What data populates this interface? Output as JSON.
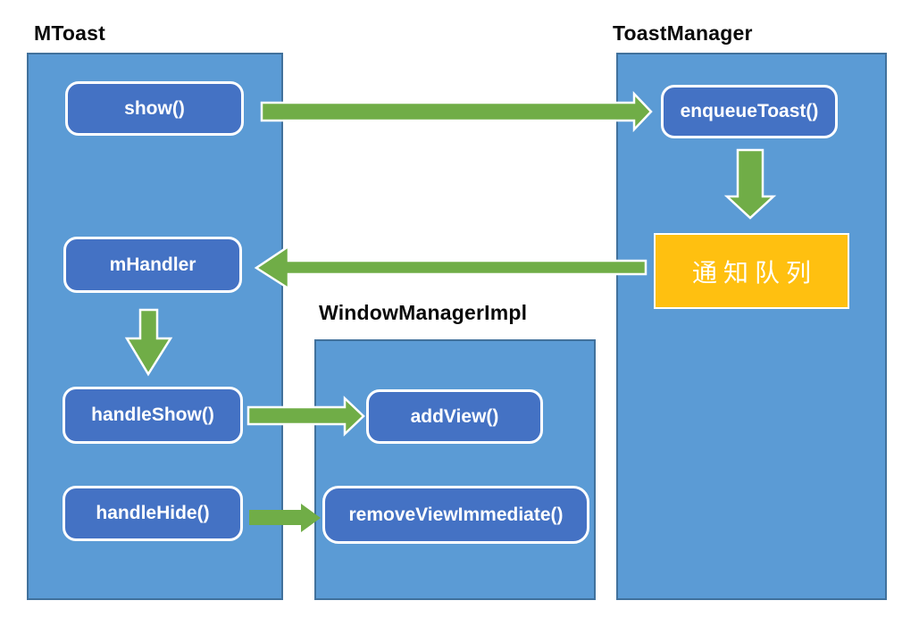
{
  "colors": {
    "container-blue": "#5B9BD5",
    "container-border": "#41719C",
    "node-blue": "#4472C4",
    "queue-orange": "#FFC010",
    "arrow-green": "#70AD47"
  },
  "containers": {
    "mtoast": {
      "label": "MToast"
    },
    "toastmanager": {
      "label": "ToastManager"
    },
    "windowmanagerimpl": {
      "label": "WindowManagerImpl"
    }
  },
  "nodes": {
    "show": {
      "label": "show()"
    },
    "mhandler": {
      "label": "mHandler"
    },
    "handleshow": {
      "label": "handleShow()"
    },
    "handlehide": {
      "label": "handleHide()"
    },
    "enqueuetoast": {
      "label": "enqueueToast()"
    },
    "queue": {
      "label": "通知队列"
    },
    "addview": {
      "label": "addView()"
    },
    "removeviewimmediate": {
      "label": "removeViewImmediate()"
    }
  },
  "edges": [
    {
      "from": "show()",
      "to": "enqueueToast()",
      "direction": "right"
    },
    {
      "from": "enqueueToast()",
      "to": "通知队列",
      "direction": "down"
    },
    {
      "from": "通知队列",
      "to": "mHandler",
      "direction": "left"
    },
    {
      "from": "mHandler",
      "to": "handleShow()",
      "direction": "down"
    },
    {
      "from": "handleShow()",
      "to": "addView()",
      "direction": "right"
    },
    {
      "from": "handleHide()",
      "to": "removeViewImmediate()",
      "direction": "right"
    }
  ]
}
